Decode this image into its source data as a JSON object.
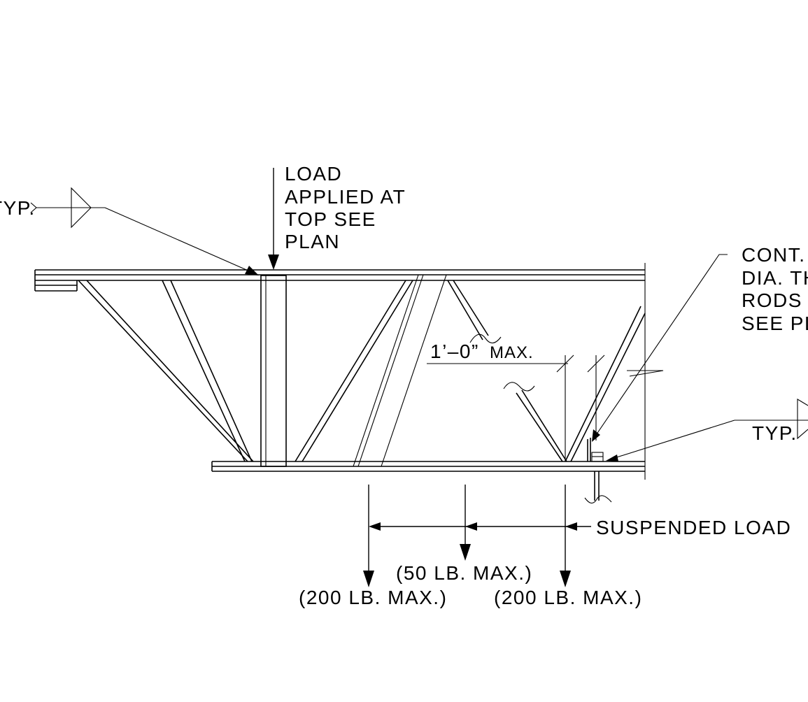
{
  "labels": {
    "weld_left": "TYP.",
    "load_applied": [
      "LOAD",
      "APPLIED AT",
      "TOP SEE",
      "PLAN"
    ],
    "cont_note": [
      "CONT.",
      "DIA. TH",
      "RODS",
      "SEE PL"
    ],
    "max_spacing": "1’–0”",
    "max_word": "MAX.",
    "weld_right": "TYP.",
    "suspended_load": "SUSPENDED LOAD",
    "load_center": "(50 LB. MAX.)",
    "load_left": "(200 LB. MAX.)",
    "load_right": "(200 LB. MAX.)"
  }
}
